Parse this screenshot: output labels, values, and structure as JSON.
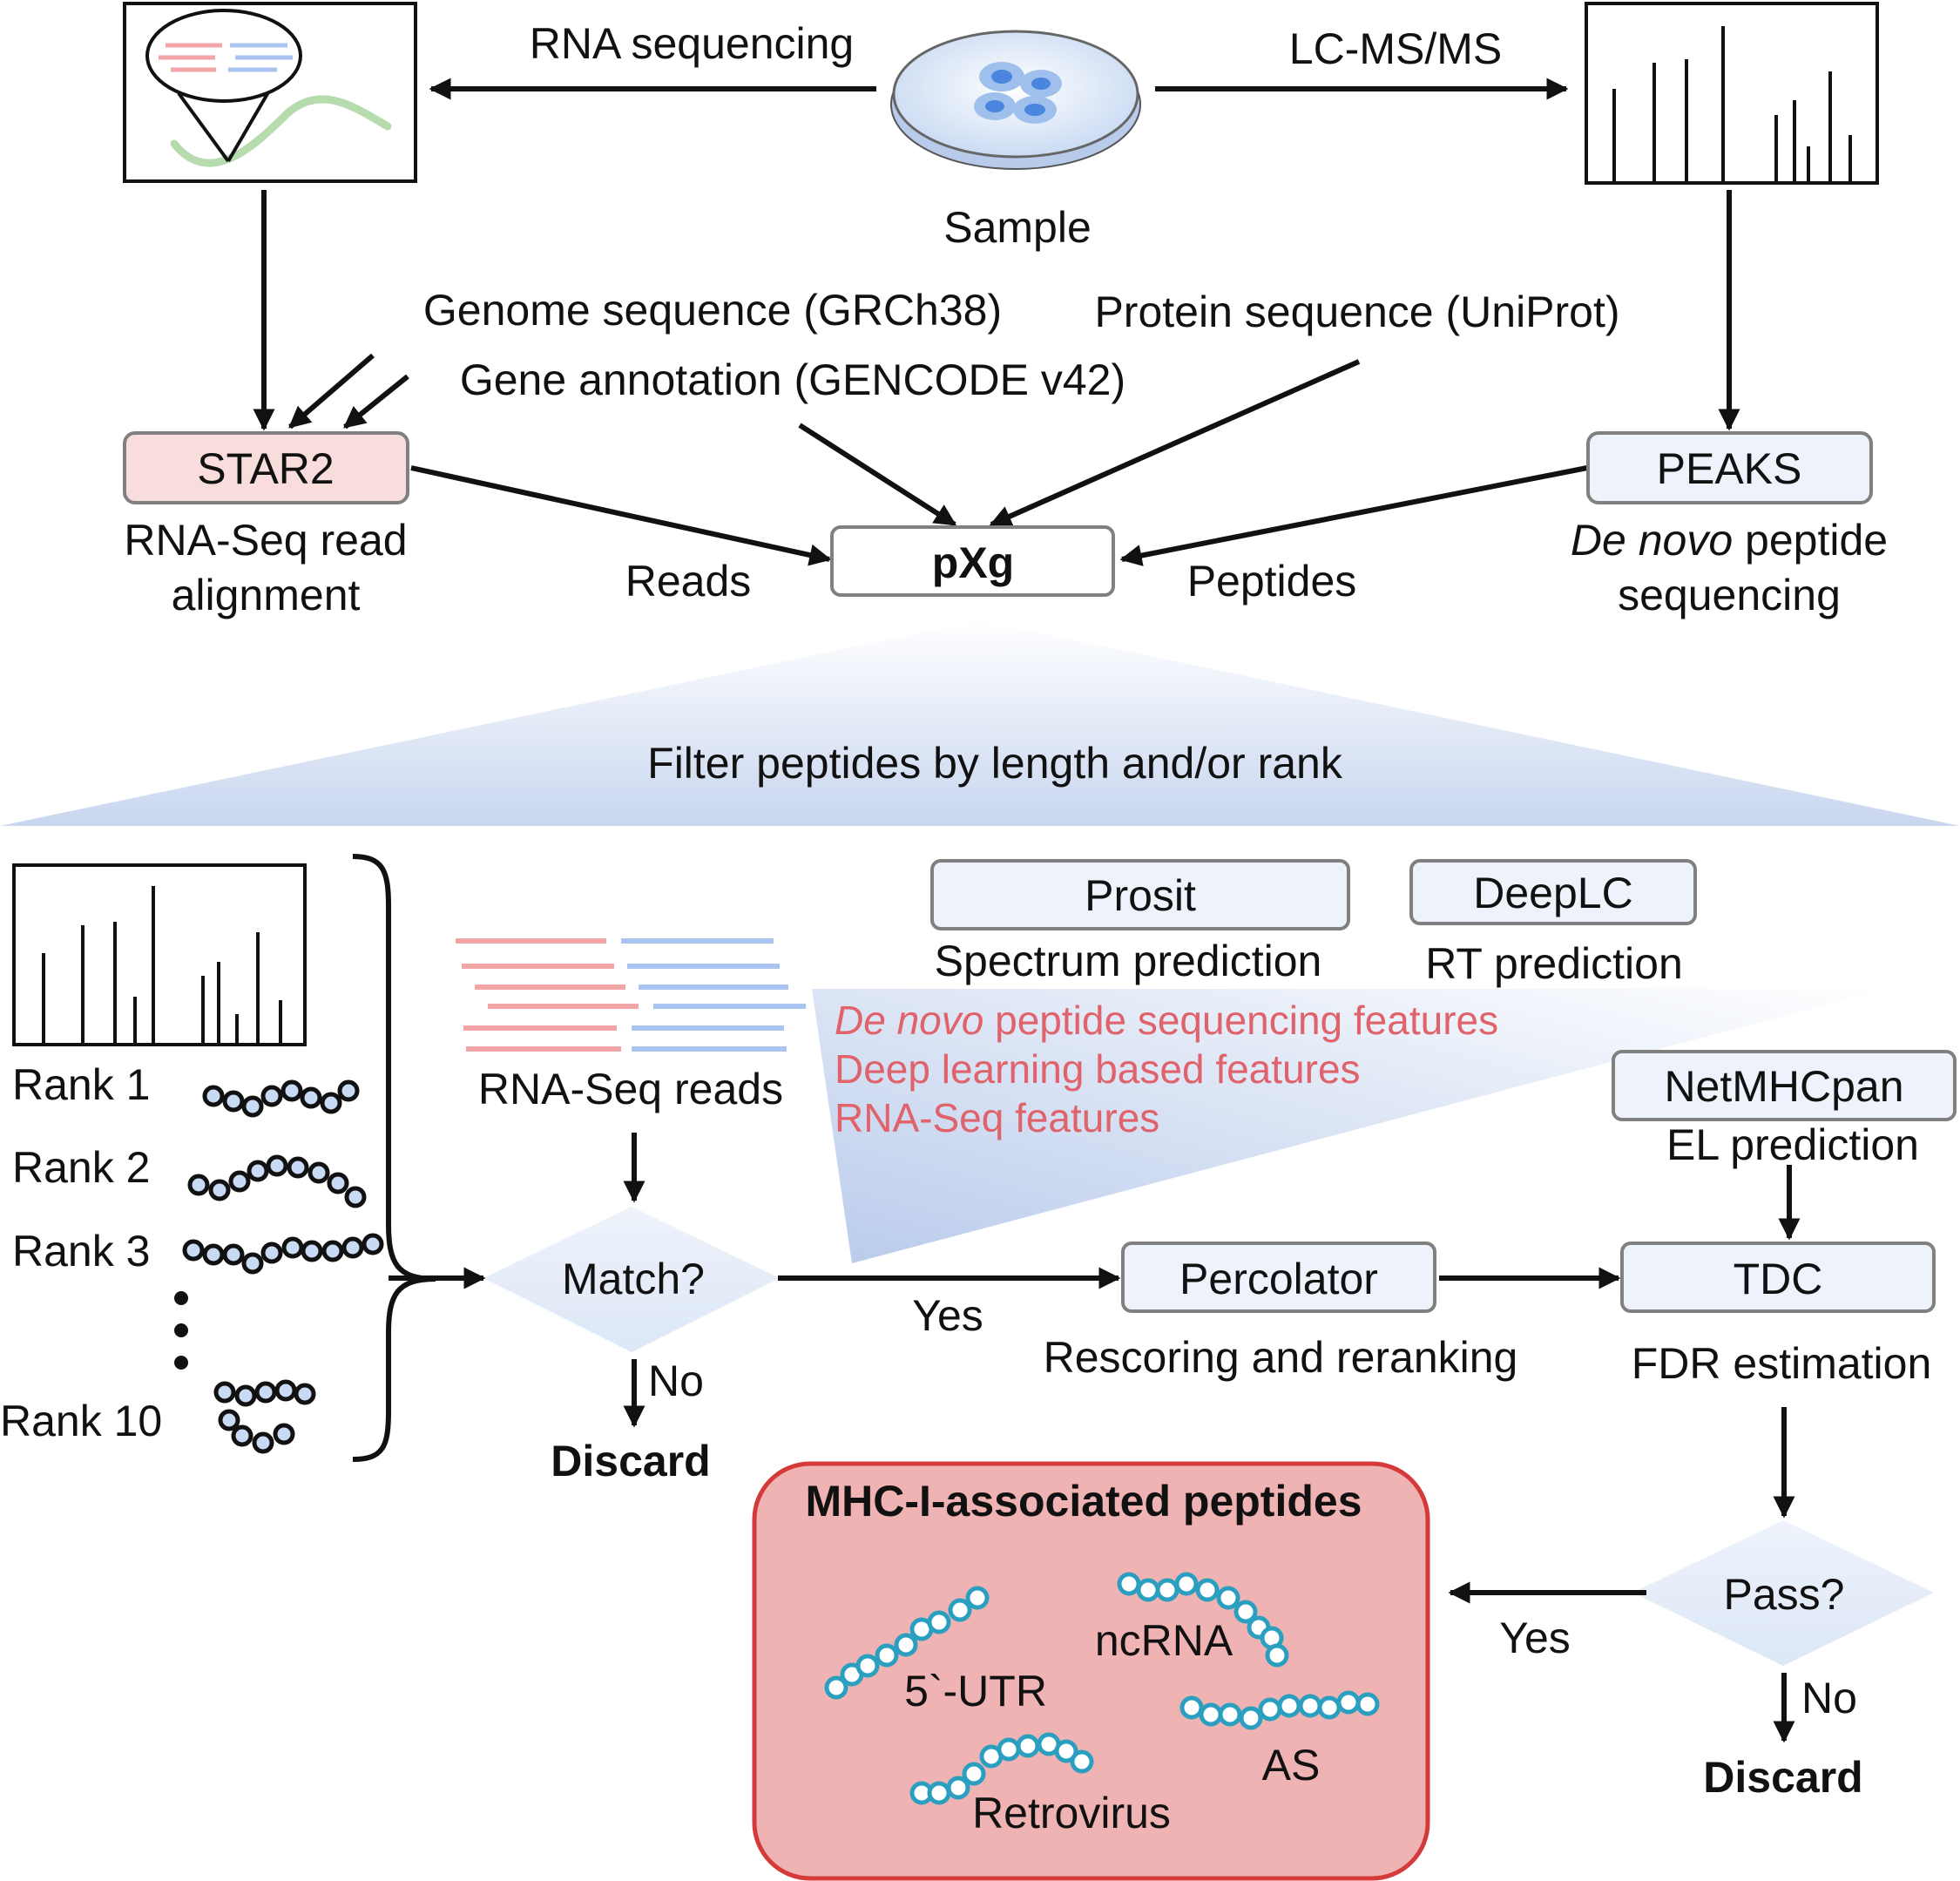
{
  "top": {
    "sample_label": "Sample",
    "rna_seq_label": "RNA sequencing",
    "lcms_label": "LC-MS/MS",
    "genome_label": "Genome sequence (GRCh38)",
    "annotation_label": "Gene annotation (GENCODE v42)",
    "protein_label": "Protein sequence (UniProt)",
    "star_box": "STAR2",
    "star_desc_1": "RNA-Seq read",
    "star_desc_2": "alignment",
    "peaks_box": "PEAKS",
    "peaks_desc_italic": "De novo",
    "peaks_desc_rest": " peptide",
    "peaks_desc_2": "sequencing",
    "pxg_box": "pXg",
    "reads_label": "Reads",
    "peptides_label": "Peptides"
  },
  "filter_banner": "Filter peptides by length and/or rank",
  "bottom": {
    "ranks": [
      "Rank 1",
      "Rank 2",
      "Rank 3",
      "Rank 10"
    ],
    "rna_reads_label": "RNA-Seq reads",
    "prosit_box": "Prosit",
    "prosit_desc": "Spectrum prediction",
    "deeplc_box": "DeepLC",
    "deeplc_desc": "RT prediction",
    "features": {
      "f1_italic": "De novo",
      "f1_rest": " peptide sequencing features",
      "f2": "Deep learning based features",
      "f3": "RNA-Seq features"
    },
    "netmhc_box": "NetMHCpan",
    "netmhc_desc": "EL prediction",
    "match_label": "Match?",
    "yes_label": "Yes",
    "no_label": "No",
    "discard_label": "Discard",
    "percolator_box": "Percolator",
    "percolator_desc": "Rescoring and reranking",
    "tdc_box": "TDC",
    "tdc_desc": "FDR estimation",
    "pass_label": "Pass?",
    "pass_yes": "Yes",
    "pass_no": "No",
    "pass_discard": "Discard",
    "mhc_title": "MHC-I-associated peptides",
    "mhc_items": [
      "5`-UTR",
      "ncRNA",
      "Retrovirus",
      "AS"
    ]
  },
  "colors": {
    "star_fill": "#f9dcdc",
    "tool_fill": "#edf2fb",
    "mhc_fill": "#f0b3b3",
    "mhc_stroke": "#d43a3a",
    "feature_text": "#e0626a",
    "bead_teal": "#2a9fbf",
    "bead_blue": "#c9daf5",
    "read_red": "#f2a6a8",
    "read_blue": "#a9c4ef",
    "banner_blue": "#cfdcf3"
  }
}
